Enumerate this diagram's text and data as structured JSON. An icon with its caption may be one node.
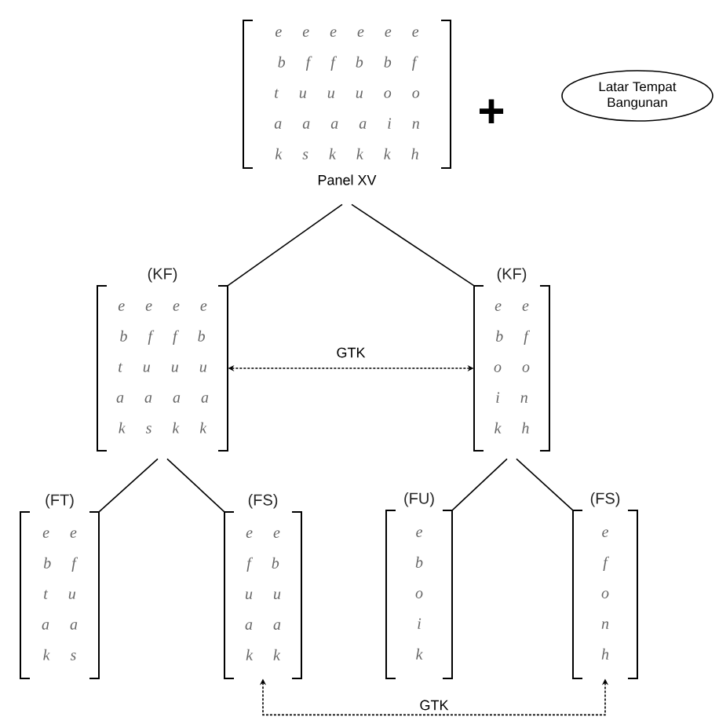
{
  "diagram": {
    "nodes": [
      {
        "text": [
          "e e e e e e",
          "b f f b b f",
          "t u u u o o",
          "a a a a i n",
          "k s k k k h",
          "Panel XV"
        ]
      },
      {
        "text": [
          "Latar Tempat Bangunan"
        ]
      },
      {
        "text": [
          "(KF)",
          "e e e e",
          "b f f b",
          "t u u u",
          "a a a a",
          "k s k k"
        ]
      },
      {
        "text": [
          "(KF)",
          "e e",
          "b f",
          "o o",
          "i n",
          "k h"
        ]
      },
      {
        "text": [
          "(FT)",
          "e e",
          "b f",
          "t u",
          "a a",
          "k s"
        ]
      },
      {
        "text": [
          "(FS)",
          "e e",
          "f b",
          "u u",
          "a a",
          "k k"
        ]
      },
      {
        "text": [
          "(FU)",
          "e",
          "b",
          "o",
          "i",
          "k"
        ]
      },
      {
        "text": [
          "(FS)",
          "e",
          "f",
          "o",
          "n",
          "h"
        ]
      }
    ],
    "edges": [
      {
        "from": 0,
        "to": 2,
        "arrow": "none"
      },
      {
        "from": 0,
        "to": 3,
        "arrow": "none"
      },
      {
        "from": 2,
        "to": 3,
        "arrow": "both",
        "style": "dashed",
        "label": "GTK"
      },
      {
        "from": 2,
        "to": 4,
        "arrow": "none"
      },
      {
        "from": 2,
        "to": 5,
        "arrow": "none"
      },
      {
        "from": 3,
        "to": 6,
        "arrow": "none"
      },
      {
        "from": 3,
        "to": 7,
        "arrow": "none"
      },
      {
        "from": 5,
        "to": 7,
        "arrow": "both",
        "style": "dashed",
        "label": "GTK"
      }
    ],
    "labels": [
      "+"
    ]
  }
}
